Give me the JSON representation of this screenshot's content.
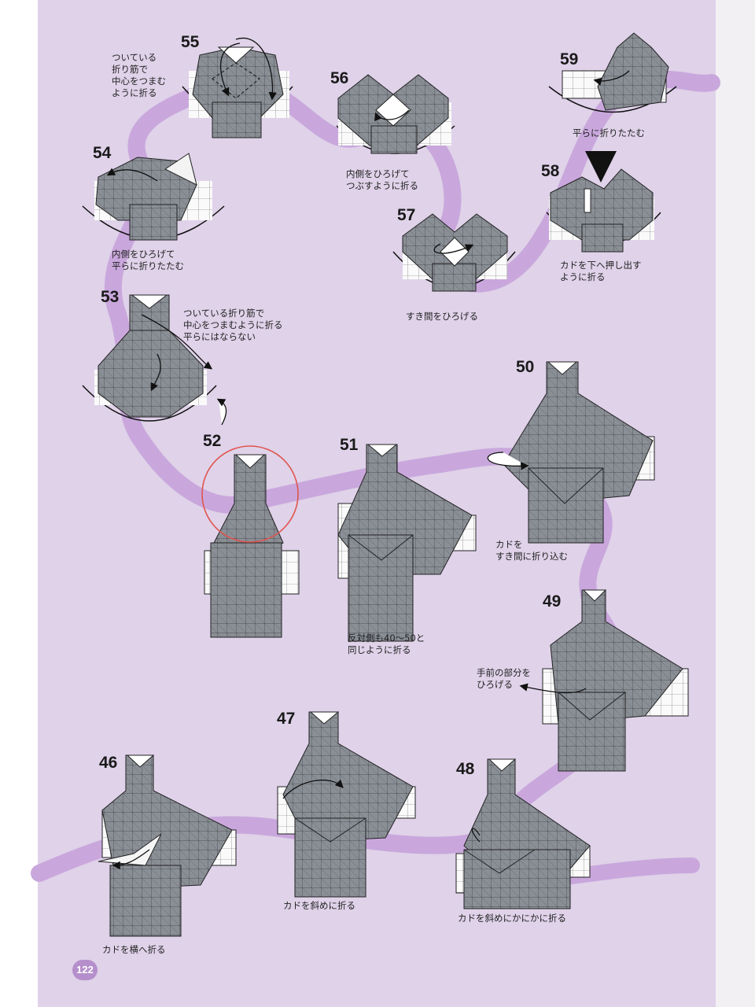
{
  "page_number": "122",
  "steps": {
    "s46": {
      "number": "46",
      "caption": "カドを横へ折る"
    },
    "s47": {
      "number": "47",
      "caption": "カドを斜めに折る"
    },
    "s48": {
      "number": "48",
      "caption": "カドを斜めにかにかに折る"
    },
    "s49": {
      "number": "49",
      "caption": "手前の部分を\nひろげる"
    },
    "s50": {
      "number": "50",
      "caption": "カドを\nすき間に折り込む"
    },
    "s51": {
      "number": "51",
      "caption": "反対側も40〜50と\n同じように折る"
    },
    "s52": {
      "number": "52"
    },
    "s53": {
      "number": "53",
      "caption": "ついている折り筋で\n中心をつまむように折る\n平らにはならない"
    },
    "s54": {
      "number": "54",
      "caption": "内側をひろげて\n平らに折りたたむ"
    },
    "s55": {
      "number": "55",
      "caption": "ついている\n折り筋で\n中心をつまむ\nように折る"
    },
    "s56": {
      "number": "56",
      "caption": "内側をひろげて\nつぶすように折る"
    },
    "s57": {
      "number": "57",
      "caption": "すき間をひろげる"
    },
    "s58": {
      "number": "58",
      "caption": "カドを下へ押し出す\nように折る"
    },
    "s59": {
      "number": "59",
      "caption": "平らに折りたたむ"
    }
  },
  "colors": {
    "page": "#dfd2e9",
    "path": "#c9a7dc",
    "paper": "#8a8f96",
    "highlight": "#e0554f"
  }
}
